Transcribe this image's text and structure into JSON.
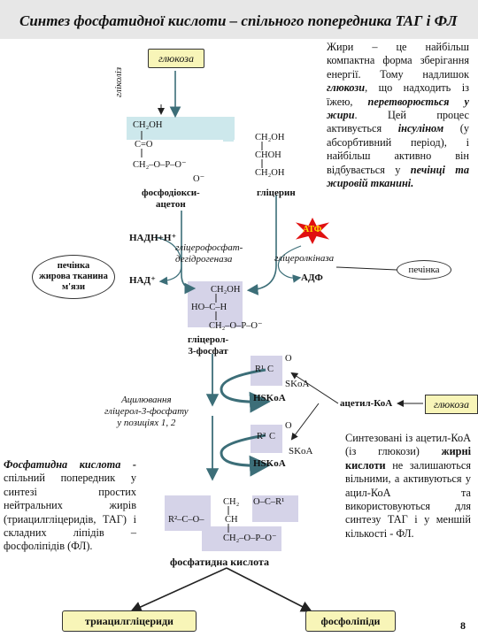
{
  "title": "Синтез фосфатидної кислоти – спільного попередника ТАГ і ФЛ",
  "right_intro": {
    "part1": "Жири – це найбільш компактна форма зберігання енергії. Тому надлишок ",
    "glucose": "глюкози",
    "part2": ", що надходить із їжею, ",
    "converted": "перетворюється у жири",
    "part3": ". Цей процес активується ",
    "insulin": "інсуліном",
    "part4": " (у абсорбтивний період), і найбільш активно він відбувається у ",
    "tissues": "печінці та жировій тканині."
  },
  "boxes": {
    "glucose_top": "глюкоза",
    "liver_adipose": "печінка\nжирова тканина\nм'язи",
    "liver_right": "печінка",
    "glucose_right": "глюкоза",
    "triacylglycerols": "триацилгліцериди",
    "phospholipids": "фосфоліпіди"
  },
  "labels": {
    "glycolysis": "гліколіз",
    "dhap": "фосфодіокси-\nацетон",
    "glycerol": "гліцерин",
    "nadh": "НАДН+Н⁺",
    "nad": "НАД⁺",
    "enzyme1": "гліцерофосфат-\nдегідрогеназа",
    "enzyme2": "гліцеролкіназа",
    "atp": "АТФ",
    "adp": "АДФ",
    "g3p": "гліцерол-\n3-фосфат",
    "acylation": "Ацилювання\nгліцерол-3-фосфату\nу позиціях 1, 2",
    "acetyl_coa": "ацетил-КоА",
    "skoa1": "SKoA",
    "hskoa1": "HSKoA",
    "skoa2": "SKoA",
    "hskoa2": "HSKoA",
    "phosphatidic": "фосфатидна кислота",
    "page": "8"
  },
  "left_note": {
    "bold": "Фосфатидна кислота -",
    "rest": "спільний попередник у синтезі простих нейтральних жирів (триацилгліцеридів, ТАГ) і складних ліпідів – фосфоліпідів (ФЛ)."
  },
  "right_note": {
    "part1": "Синтезовані із ацетил-КоА (із глюкози) ",
    "bold": "жирні кислоти",
    "part2": " не залишаються вільними, а активуються у ацил-КоА та використовуються для синтезу ТАГ і у меншій кількості - ФЛ."
  },
  "chem": {
    "dhap_lines": [
      "CH₂OH",
      "C=O",
      "CH₂–O–P–O⁻"
    ],
    "gly_lines": [
      "CH₂OH",
      "CHOH",
      "CH₂OH"
    ],
    "g3p_lines": [
      "CH₂OH",
      "HO–C–H",
      "CH₂–O–P–O⁻"
    ],
    "r1": "R¹",
    "r2": "R²",
    "o": "O",
    "c": "C",
    "o_minus": "O⁻",
    "pa_left": "R²–C–O–",
    "pa_ch2": "CH₂",
    "pa_ch": "CH",
    "pa_ch2b": "CH₂–O–P–O⁻",
    "pa_r1": "O–C–R¹"
  },
  "colors": {
    "cyan": "#cde8ec",
    "lavender": "#d5d3e8",
    "yellow_box": "#f8f5b8",
    "atp_red": "#e01010",
    "arrow_teal": "#3c6e78",
    "title_bg": "#e7e7e7"
  }
}
